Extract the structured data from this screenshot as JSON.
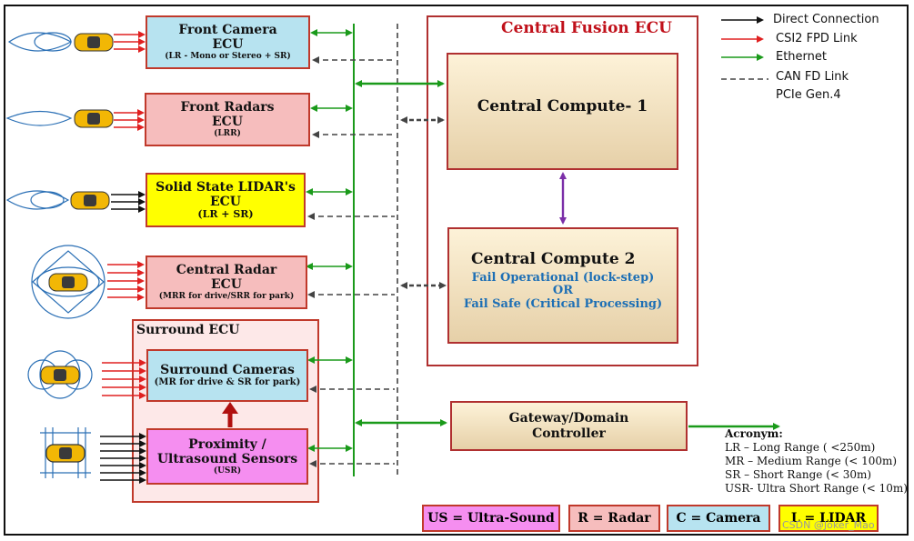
{
  "title": "Central Fusion ECU",
  "sensors": {
    "front_camera": {
      "title": "Front Camera",
      "sub1": "ECU",
      "sub2": "(LR - Mono or Stereo +  SR)"
    },
    "front_radars": {
      "title": "Front Radars",
      "sub1": "ECU",
      "sub2": "(LRR)"
    },
    "lidar": {
      "title": "Solid State LIDAR's",
      "sub1": "ECU",
      "sub2": "(LR  + SR)"
    },
    "central_radar": {
      "title": "Central Radar",
      "sub1": "ECU",
      "sub2": "(MRR for drive/SRR for park)"
    },
    "surround_ecu": {
      "title": "Surround  ECU"
    },
    "surround_cameras": {
      "title": "Surround Cameras",
      "sub": "(MR for drive & SR for park)"
    },
    "proximity": {
      "title1": "Proximity /",
      "title2": "Ultrasound Sensors",
      "sub": "(USR)"
    }
  },
  "compute": {
    "cc1": "Central Compute- 1",
    "cc2": {
      "title": "Central Compute 2",
      "l1": "Fail Operational (lock-step)",
      "l2": "OR",
      "l3": "Fail Safe (Critical Processing)"
    },
    "gateway": {
      "l1": "Gateway/Domain",
      "l2": "Controller"
    }
  },
  "legend": {
    "direct": "Direct Connection",
    "csi2": "CSI2 FPD Link",
    "ethernet": "Ethernet",
    "canfd": "CAN FD Link",
    "pcie": "PCIe Gen.4"
  },
  "acronym": {
    "title": "Acronym:",
    "lr": "LR – Long Range ( <250m)",
    "mr": "MR – Medium Range (< 100m)",
    "sr": "SR – Short Range (< 30m)",
    "usr": "USR- Ultra Short Range (< 10m)"
  },
  "keys": {
    "us": "US = Ultra-Sound",
    "r": "R = Radar",
    "c": "C = Camera",
    "l": "L = LIDAR"
  },
  "watermark": "CSDN @Joker_Mao",
  "colors": {
    "direct": "#111111",
    "csi2": "#e02020",
    "ethernet": "#1a9a1a",
    "canfd": "#444444",
    "pcie": "#7b2fa8"
  }
}
